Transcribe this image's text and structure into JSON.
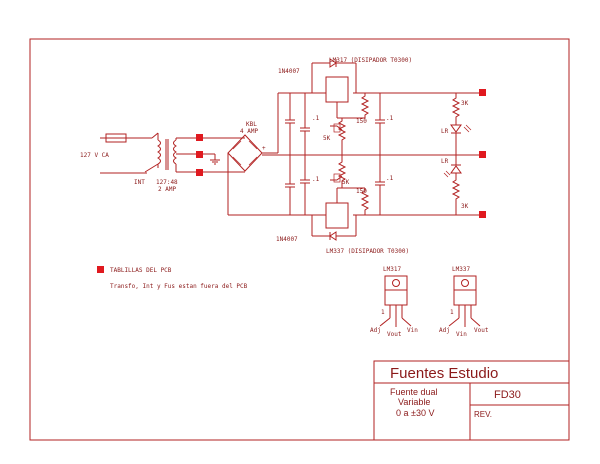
{
  "components": {
    "reg_top": "LM317 (DISIPADOR T0300)",
    "reg_bottom": "LM337 (DISIPADOR T0300)",
    "diode_top": "1N4007",
    "diode_bottom": "1N4007",
    "bridge_name": "KBL",
    "bridge_rating": "4 AMP",
    "input_voltage": "127 V CA",
    "switch": "INT",
    "transformer_ratio": "127:48",
    "transformer_current": "2 AMP",
    "res_150_top": "150",
    "res_150_bottom": "150",
    "pot_top": "5K",
    "pot_bottom": "5K",
    "cap_1": ".1",
    "cap_2": ".1",
    "cap_3": ".1",
    "cap_4": ".1",
    "res_3k_top": "3K",
    "res_3k_bottom": "3K",
    "led_top": "LR",
    "led_bottom": "LR"
  },
  "legend": {
    "pad_label": "TABLILLAS DEL PCB",
    "note": "Transfo, Int y Fus estan fuera del PCB"
  },
  "packages": [
    {
      "name": "LM317",
      "num": "1",
      "pins": [
        "Adj",
        "Vout",
        "Vin"
      ]
    },
    {
      "name": "LM337",
      "num": "1",
      "pins": [
        "Adj",
        "Vin",
        "Vout"
      ]
    }
  ],
  "title_block": {
    "title": "Fuentes Estudio",
    "desc1": "Fuente dual",
    "desc2": "Variable",
    "desc3": "0 a ±30 V",
    "code": "FD30",
    "rev": "REV."
  },
  "colors": {
    "line": "#b22222",
    "pad": "#e0191f",
    "text": "#8b1a1a"
  }
}
